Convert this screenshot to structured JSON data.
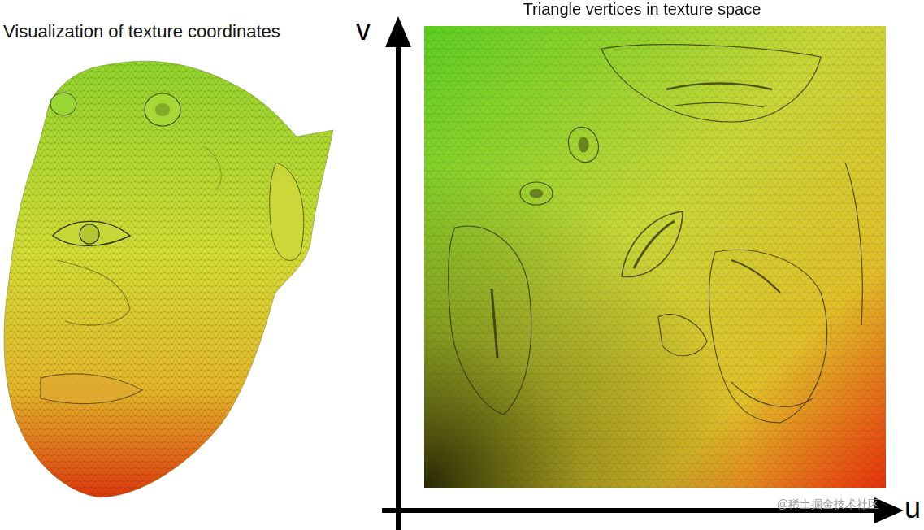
{
  "diagram": {
    "labels": [
      "Visualization of texture coordinates",
      "Triangle vertices in texture space",
      "v",
      "u",
      "@稀土掘金技术社区"
    ]
  }
}
